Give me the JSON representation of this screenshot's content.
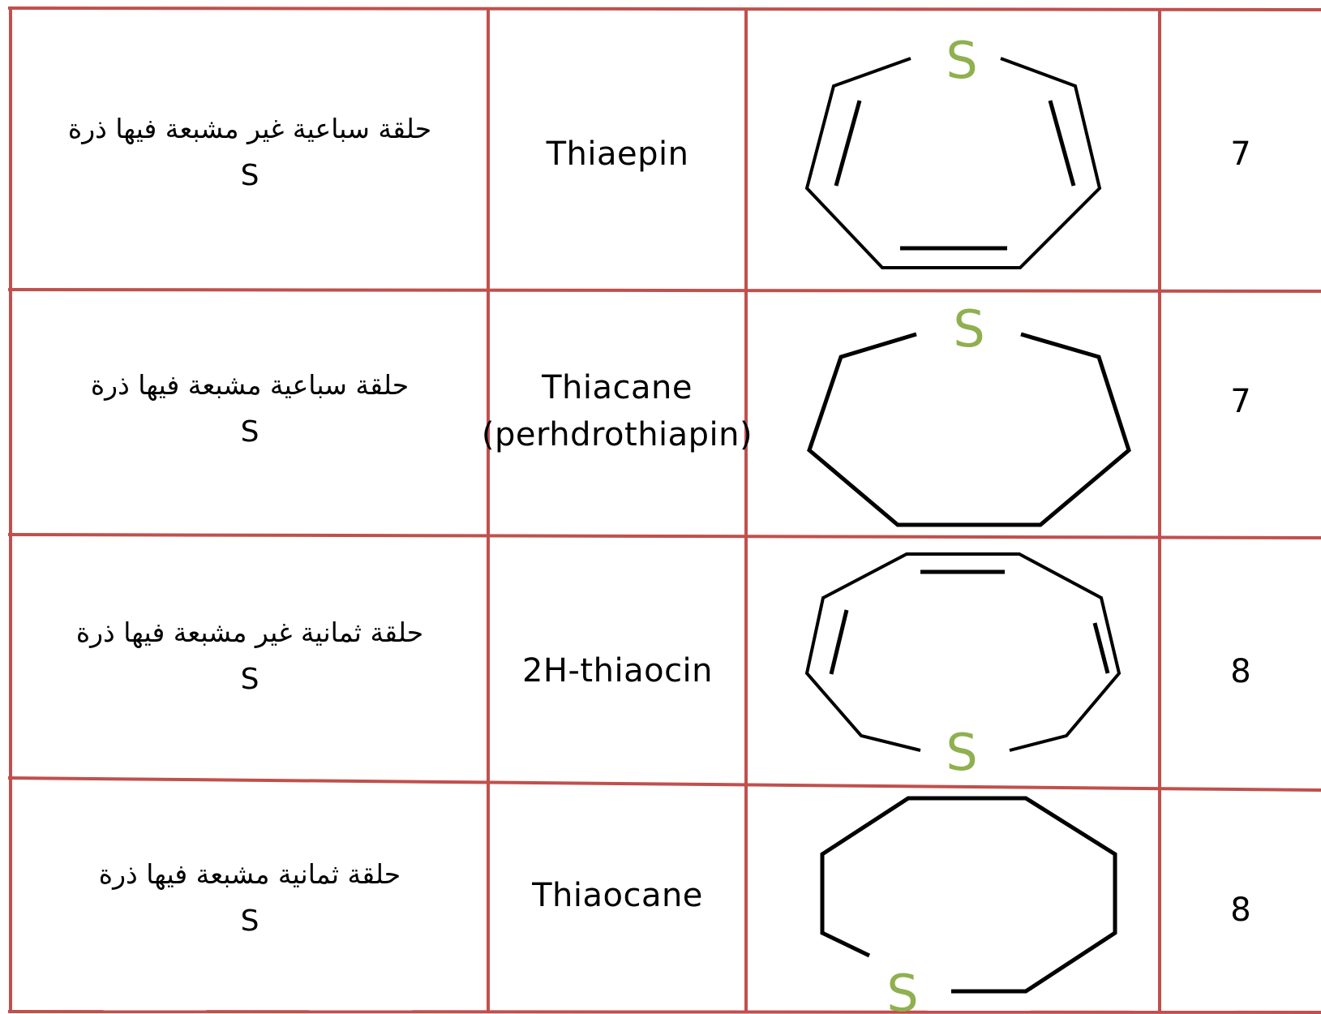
{
  "table": {
    "border_color": "#c0504d",
    "atom_color": "#8fb04f",
    "rows": [
      {
        "description": "حلقة سباعية غير مشبعة فيها ذرة",
        "description_atom": "S",
        "name_lines": [
          "Thiaepin"
        ],
        "structure_icon": "thiaepin-structure",
        "atom_label": "S",
        "ring_size": "7"
      },
      {
        "description": "حلقة سباعية مشبعة فيها ذرة",
        "description_atom": "S",
        "name_lines": [
          "Thiacane",
          "(perhdrothiapin)"
        ],
        "structure_icon": "thiacane-structure",
        "atom_label": "S",
        "ring_size": "7"
      },
      {
        "description": "حلقة ثمانية غير مشبعة فيها ذرة",
        "description_atom": "S",
        "name_lines": [
          "2H-thiaocin"
        ],
        "structure_icon": "2h-thiaocin-structure",
        "atom_label": "S",
        "ring_size": "8"
      },
      {
        "description": "حلقة ثمانية مشبعة فيها ذرة",
        "description_atom": "S",
        "name_lines": [
          "Thiaocane"
        ],
        "structure_icon": "thiaocane-structure",
        "atom_label": "S",
        "ring_size": "8"
      }
    ]
  }
}
